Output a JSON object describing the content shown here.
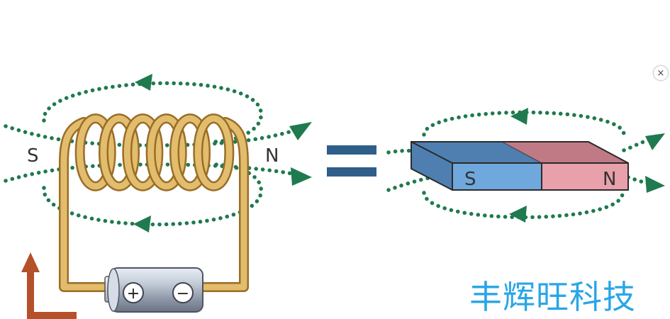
{
  "colors": {
    "field_line": "#1f7a4f",
    "wire": "#e3bd6e",
    "wire_outline": "#9a6d26",
    "magnet_south": "#6fa8dc",
    "magnet_south_top": "#4f7fb0",
    "magnet_north": "#e8a0aa",
    "magnet_north_top": "#c07a86",
    "equals_sign": "#2f5e8a",
    "current_arrow": "#b4502a",
    "watermark": "#2aa6e6"
  },
  "solenoid": {
    "south_label": "S",
    "north_label": "N",
    "battery_plus": "+",
    "battery_minus": "−"
  },
  "bar_magnet": {
    "south_label": "S",
    "north_label": "N"
  },
  "equals_symbol": "=",
  "watermark_text": "丰辉旺科技",
  "close_button": {
    "icon": "close-icon",
    "glyph": "×"
  }
}
